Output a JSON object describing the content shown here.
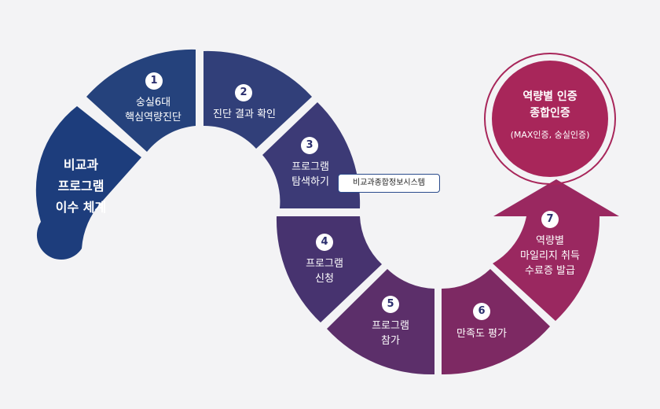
{
  "start": {
    "label": "비교과\n프로그램\n이수 체계",
    "color": "#1d3d7c"
  },
  "steps": [
    {
      "number": "1",
      "label": "숭실6대\n핵심역량진단",
      "color": "#25427c"
    },
    {
      "number": "2",
      "label": "진단 결과 확인",
      "color": "#313f79"
    },
    {
      "number": "3",
      "label": "프로그램\n탐색하기",
      "color": "#3c3a76"
    },
    {
      "number": "4",
      "label": "프로그램\n신청",
      "color": "#47336f"
    },
    {
      "number": "5",
      "label": "프로그램\n참가",
      "color": "#5c2f6a"
    },
    {
      "number": "6",
      "label": "만족도 평가",
      "color": "#7d2963"
    },
    {
      "number": "7",
      "label": "역량별\n마일리지 취득\n수료증 발급",
      "color": "#9a2860"
    }
  ],
  "tag": {
    "label": "비교과종합정보시스템"
  },
  "goal": {
    "title": "역량별 인증\n종합인증",
    "subtitle": "(MAX인증, 숭실인증)",
    "color": "#a8265a"
  }
}
